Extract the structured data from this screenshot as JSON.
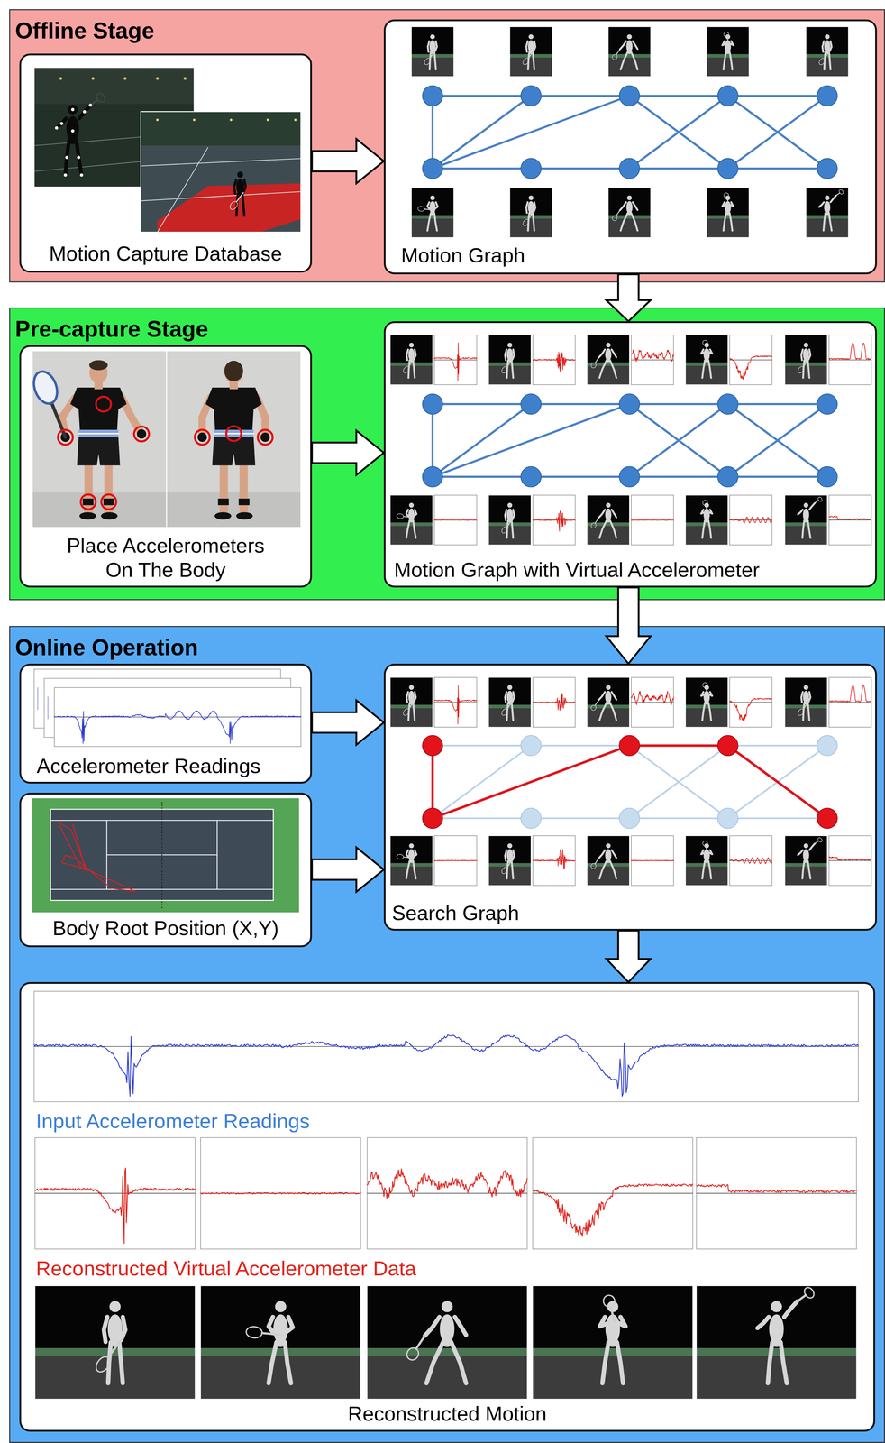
{
  "diagram": {
    "nodes": [
      {
        "text": [
          "Offline Stage"
        ]
      },
      {
        "text": [
          "Motion Capture Database"
        ],
        "in": 0
      },
      {
        "text": [
          "Motion Graph"
        ],
        "in": 0
      },
      {
        "text": [
          "Pre-capture Stage"
        ]
      },
      {
        "text": [
          "Place Accelerometers On The Body"
        ],
        "in": 3
      },
      {
        "text": [
          "Motion Graph with Virtual Accelerometer"
        ],
        "in": 3
      },
      {
        "text": [
          "Online Operation"
        ]
      },
      {
        "text": [
          "Accelerometer Readings"
        ],
        "in": 6
      },
      {
        "text": [
          "Body Root Position (X,Y)"
        ],
        "in": 6
      },
      {
        "text": [
          "Search Graph"
        ],
        "in": 6
      },
      {
        "text": [
          "Input Accelerometer Readings",
          "Reconstructed Virtual Accelerometer Data",
          "Reconstructed Motion"
        ],
        "in": 6
      }
    ],
    "edges": [
      {
        "from": 1,
        "to": 2,
        "arrow": "to"
      },
      {
        "from": 2,
        "to": 5,
        "arrow": "to"
      },
      {
        "from": 4,
        "to": 5,
        "arrow": "to"
      },
      {
        "from": 5,
        "to": 9,
        "arrow": "to"
      },
      {
        "from": 7,
        "to": 9,
        "arrow": "to"
      },
      {
        "from": 8,
        "to": 9,
        "arrow": "to"
      },
      {
        "from": 9,
        "to": 10,
        "arrow": "to"
      }
    ]
  }
}
